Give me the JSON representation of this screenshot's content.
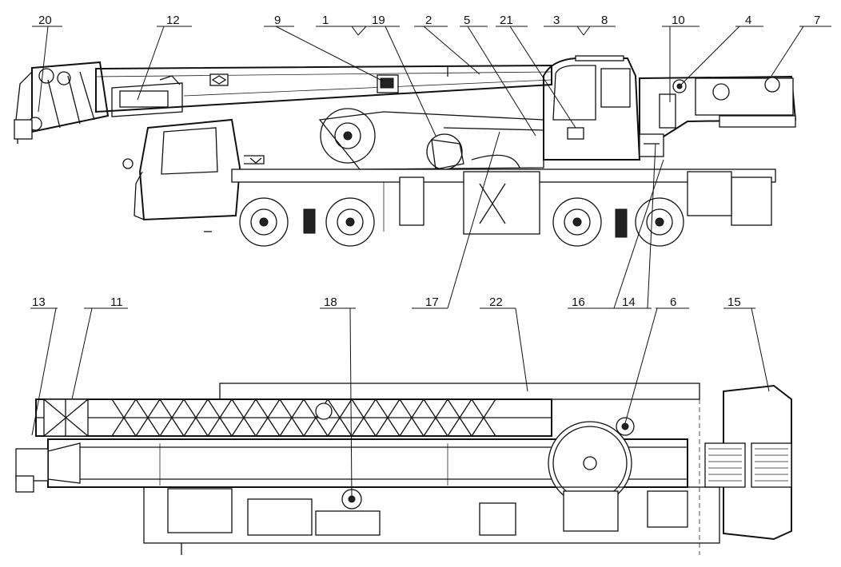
{
  "callouts": [
    {
      "id": "c20",
      "label": "20"
    },
    {
      "id": "c12",
      "label": "12"
    },
    {
      "id": "c9",
      "label": "9"
    },
    {
      "id": "c1",
      "label": "1"
    },
    {
      "id": "c19",
      "label": "19"
    },
    {
      "id": "c2",
      "label": "2"
    },
    {
      "id": "c5",
      "label": "5"
    },
    {
      "id": "c21",
      "label": "21"
    },
    {
      "id": "c3",
      "label": "3"
    },
    {
      "id": "c8",
      "label": "8"
    },
    {
      "id": "c10",
      "label": "10"
    },
    {
      "id": "c4",
      "label": "4"
    },
    {
      "id": "c7",
      "label": "7"
    },
    {
      "id": "c13",
      "label": "13"
    },
    {
      "id": "c11",
      "label": "11"
    },
    {
      "id": "c18",
      "label": "18"
    },
    {
      "id": "c17",
      "label": "17"
    },
    {
      "id": "c22",
      "label": "22"
    },
    {
      "id": "c16",
      "label": "16"
    },
    {
      "id": "c14",
      "label": "14"
    },
    {
      "id": "c6",
      "label": "6"
    },
    {
      "id": "c15",
      "label": "15"
    }
  ]
}
